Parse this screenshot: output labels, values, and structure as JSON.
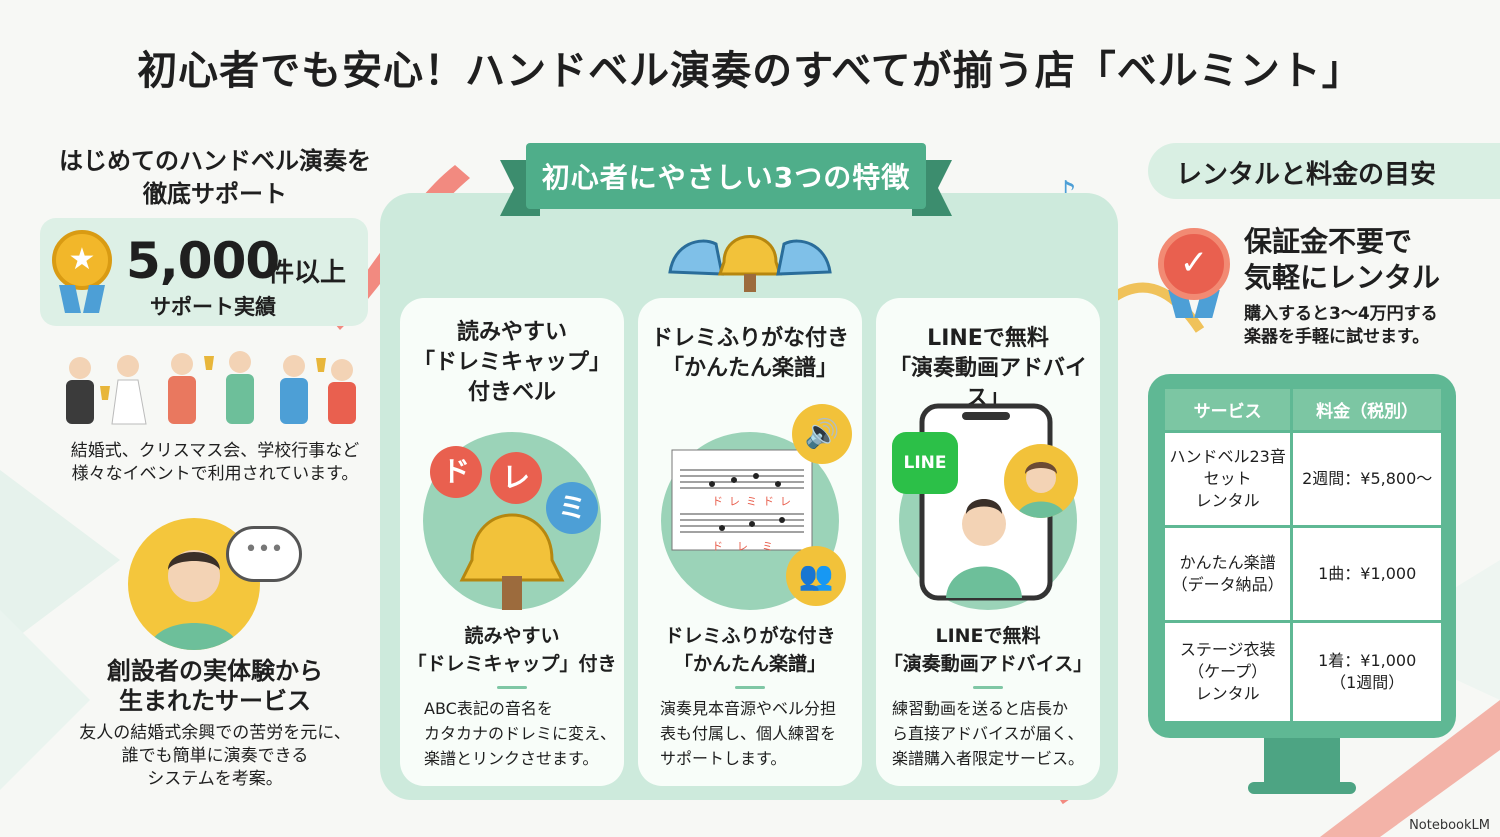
{
  "title": "初心者でも安心！ハンドベル演奏のすべてが揃う店「ベルミント」",
  "left": {
    "intro": "はじめてのハンドベル演奏を 徹底サポート",
    "stat_number": "5,000",
    "stat_unit": "件以上",
    "stat_label": "サポート実績",
    "events_text": "結婚式、クリスマス会、学校行事など 様々なイベントで利用されています。",
    "founder_title": "創設者の実体験から 生まれたサービス",
    "founder_text": "友人の結婚式余興での苦労を元に、 誰でも簡単に演奏できる システムを考案。"
  },
  "center": {
    "banner": "初心者にやさしい3つの特徴",
    "cards": [
      {
        "title": "読みやすい 「ドレミキャップ」 付きベル",
        "syllables": [
          "ド",
          "レ",
          "ミ"
        ],
        "subtitle": "読みやすい 「ドレミキャップ」付き",
        "description": "ABC表記の音名を カタカナのドレミに変え、 楽譜とリンクさせます。"
      },
      {
        "title": "ドレミふりがな付き 「かんたん楽譜」",
        "staff_labels": [
          "ドレミドレ",
          "ドレミ"
        ],
        "subtitle": "ドレミふりがな付き 「かんたん楽譜」",
        "description": "演奏見本音源やベル分担 表も付属し、個人練習を サポートします。"
      },
      {
        "title": "LINEで無料 「演奏動画アドバイス」",
        "line_logo": "LINE",
        "subtitle": "LINEで無料 「演奏動画アドバイス」",
        "description": "練習動画を送ると店長か ら直接アドバイスが届く、 楽譜購入者限定サービス。"
      }
    ]
  },
  "right": {
    "header": "レンタルと料金の目安",
    "deposit_title": "保証金不要で 気軽にレンタル",
    "deposit_text": "購入すると3〜4万円する 楽器を手軽に試せます。",
    "table": {
      "headers": [
        "サービス",
        "料金（税別）"
      ],
      "rows": [
        {
          "service": "ハンドベル23音 セット レンタル",
          "price": "2週間：¥5,800〜"
        },
        {
          "service": "かんたん楽譜 （データ納品）",
          "price": "1曲：¥1,000"
        },
        {
          "service": "ステージ衣装 （ケープ） レンタル",
          "price": "1着：¥1,000 （1週間）"
        }
      ]
    }
  },
  "footer_logo": "NotebookLM",
  "colors": {
    "accent_green": "#4fae8a",
    "panel_green": "#cdeadc",
    "gold": "#f2c23a",
    "coral": "#e9604f",
    "blue": "#4d9fd6"
  }
}
